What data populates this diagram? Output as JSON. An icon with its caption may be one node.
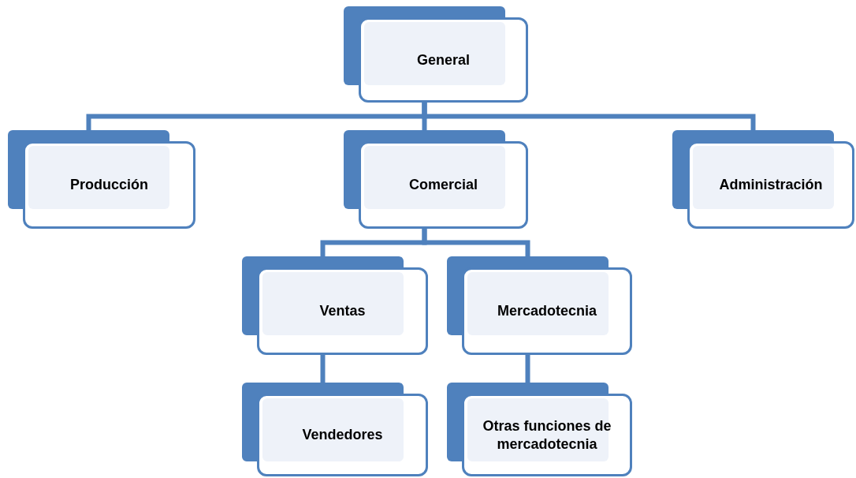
{
  "diagram": {
    "nodes": [
      {
        "text": [
          "General"
        ]
      },
      {
        "text": [
          "Producción"
        ]
      },
      {
        "text": [
          "Comercial"
        ]
      },
      {
        "text": [
          "Administración"
        ]
      },
      {
        "text": [
          "Ventas"
        ]
      },
      {
        "text": [
          "Mercadotecnia"
        ]
      },
      {
        "text": [
          "Vendedores"
        ]
      },
      {
        "text": [
          "Otras funciones de mercadotecnia"
        ]
      }
    ],
    "edges": [
      {
        "from": 0,
        "to": 1,
        "arrow": "none"
      },
      {
        "from": 0,
        "to": 2,
        "arrow": "none"
      },
      {
        "from": 0,
        "to": 3,
        "arrow": "none"
      },
      {
        "from": 2,
        "to": 4,
        "arrow": "none"
      },
      {
        "from": 2,
        "to": 5,
        "arrow": "none"
      },
      {
        "from": 4,
        "to": 6,
        "arrow": "none"
      },
      {
        "from": 5,
        "to": 7,
        "arrow": "none"
      }
    ]
  }
}
